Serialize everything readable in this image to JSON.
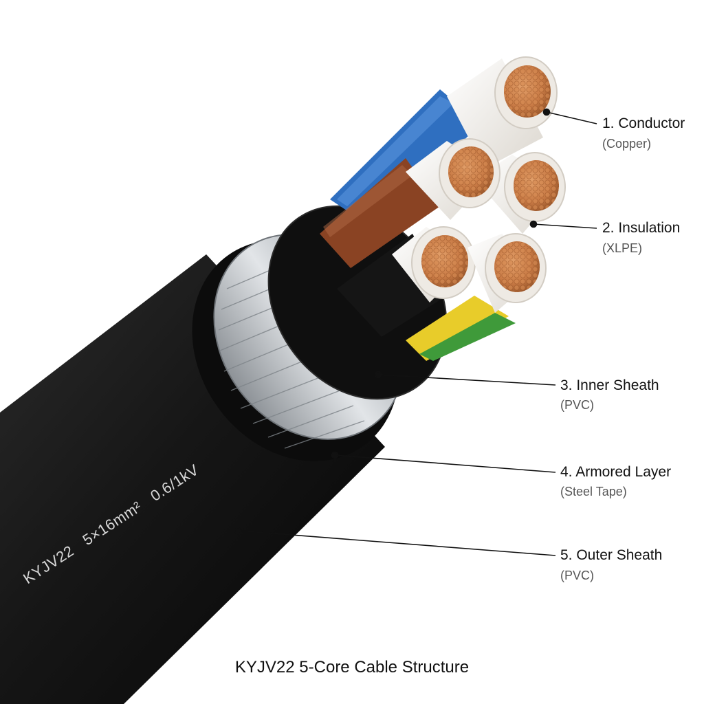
{
  "caption": "KYJV22 5-Core Cable Structure",
  "cable_print": {
    "model": "KYJV22",
    "size": "5×16mm²",
    "voltage": "0.6/1kV"
  },
  "callouts": [
    {
      "title": "1. Conductor",
      "sub": "(Copper)"
    },
    {
      "title": "2. Insulation",
      "sub": "(XLPE)"
    },
    {
      "title": "3. Inner Sheath",
      "sub": "(PVC)"
    },
    {
      "title": "4. Armored Layer",
      "sub": "(Steel Tape)"
    },
    {
      "title": "5. Outer Sheath",
      "sub": "(PVC)"
    }
  ],
  "colors": {
    "outer_sheath": "#161616",
    "armor": "#b8bcc0",
    "inner_sheath": "#0d0d0d",
    "insulation": "#f2efea",
    "copper": "#c87a45",
    "core_blue": "#2f6fc0",
    "core_brown": "#8a4323",
    "core_black": "#151515",
    "core_yellow": "#e8cc2a",
    "core_green": "#3f9a3a"
  }
}
